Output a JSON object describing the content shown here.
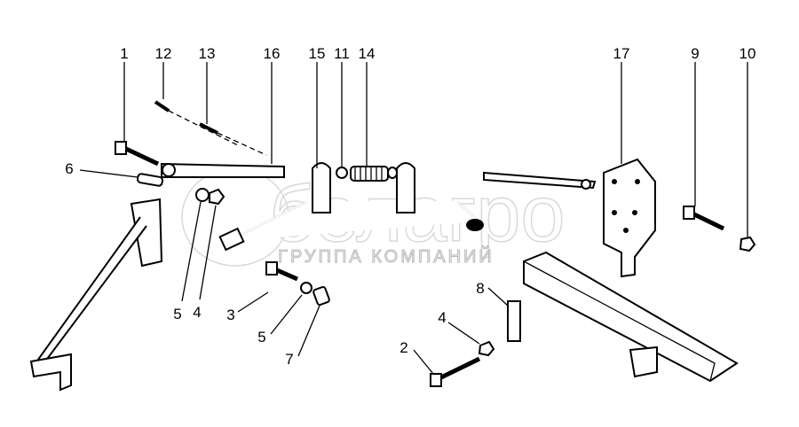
{
  "watermark": {
    "brand": "белагро",
    "subtitle": "ГРУППА КОМПАНИЙ"
  },
  "callouts": [
    {
      "id": "c1",
      "label": "1"
    },
    {
      "id": "c12",
      "label": "12"
    },
    {
      "id": "c13",
      "label": "13"
    },
    {
      "id": "c16",
      "label": "16"
    },
    {
      "id": "c15",
      "label": "15"
    },
    {
      "id": "c11",
      "label": "11"
    },
    {
      "id": "c14",
      "label": "14"
    },
    {
      "id": "c17",
      "label": "17"
    },
    {
      "id": "c9",
      "label": "9"
    },
    {
      "id": "c10",
      "label": "10"
    },
    {
      "id": "c6",
      "label": "6"
    },
    {
      "id": "c5a",
      "label": "5"
    },
    {
      "id": "c4a",
      "label": "4"
    },
    {
      "id": "c3",
      "label": "3"
    },
    {
      "id": "c5b",
      "label": "5"
    },
    {
      "id": "c7",
      "label": "7"
    },
    {
      "id": "c8",
      "label": "8"
    },
    {
      "id": "c4b",
      "label": "4"
    },
    {
      "id": "c2",
      "label": "2"
    }
  ]
}
